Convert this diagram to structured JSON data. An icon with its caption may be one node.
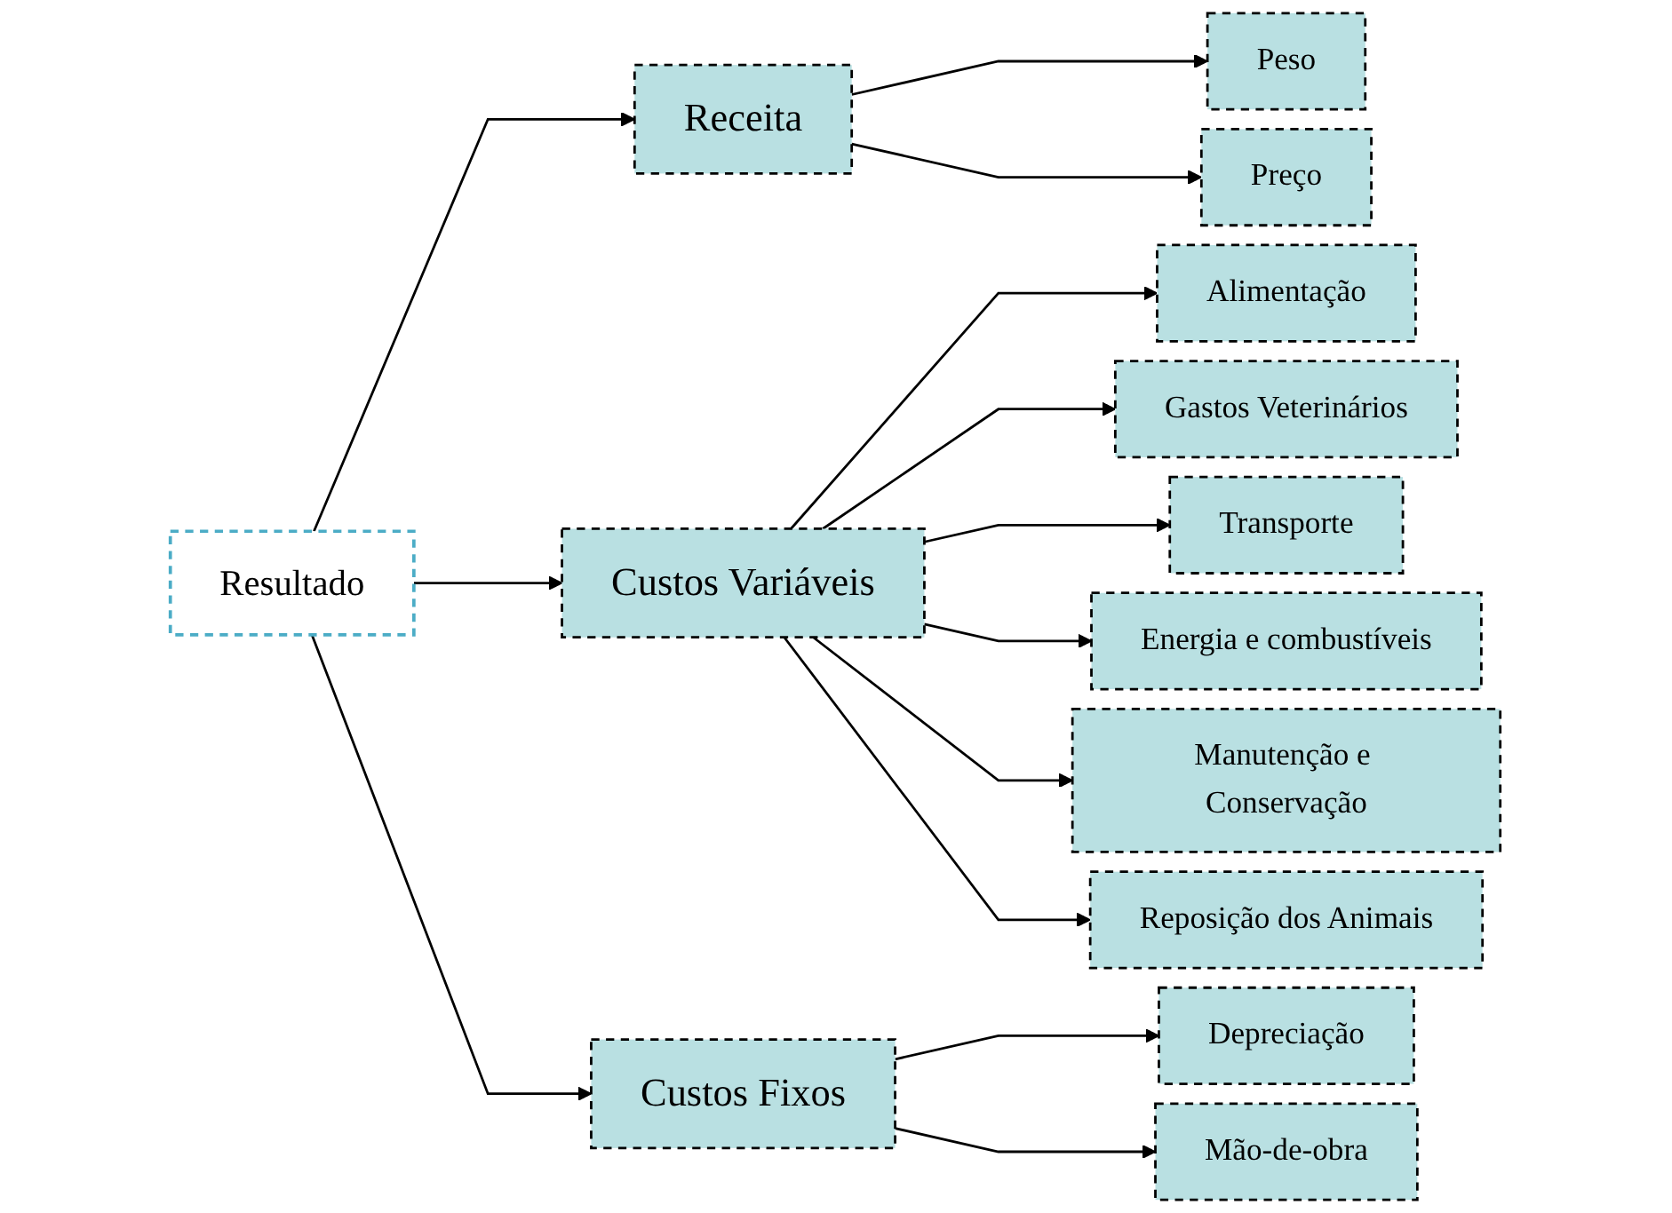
{
  "diagram": {
    "nodes": [
      {
        "text": [
          "Resultado"
        ]
      },
      {
        "text": [
          "Receita"
        ]
      },
      {
        "text": [
          "Custos Variáveis"
        ]
      },
      {
        "text": [
          "Custos Fixos"
        ]
      },
      {
        "text": [
          "Peso"
        ]
      },
      {
        "text": [
          "Preço"
        ]
      },
      {
        "text": [
          "Alimentação"
        ]
      },
      {
        "text": [
          "Gastos Veterinários"
        ]
      },
      {
        "text": [
          "Transporte"
        ]
      },
      {
        "text": [
          "Energia e combustíveis"
        ]
      },
      {
        "text": [
          "Manutenção e Conservação"
        ]
      },
      {
        "text": [
          "Reposição dos Animais"
        ]
      },
      {
        "text": [
          "Depreciação"
        ]
      },
      {
        "text": [
          "Mão-de-obra"
        ]
      }
    ],
    "edges": [
      {
        "from": 0,
        "to": 1,
        "arrow": "to"
      },
      {
        "from": 0,
        "to": 2,
        "arrow": "to"
      },
      {
        "from": 0,
        "to": 3,
        "arrow": "to"
      },
      {
        "from": 1,
        "to": 4,
        "arrow": "to"
      },
      {
        "from": 1,
        "to": 5,
        "arrow": "to"
      },
      {
        "from": 2,
        "to": 6,
        "arrow": "to"
      },
      {
        "from": 2,
        "to": 7,
        "arrow": "to"
      },
      {
        "from": 2,
        "to": 8,
        "arrow": "to"
      },
      {
        "from": 2,
        "to": 9,
        "arrow": "to"
      },
      {
        "from": 2,
        "to": 10,
        "arrow": "to"
      },
      {
        "from": 2,
        "to": 11,
        "arrow": "to"
      },
      {
        "from": 3,
        "to": 12,
        "arrow": "to"
      },
      {
        "from": 3,
        "to": 13,
        "arrow": "to"
      }
    ]
  }
}
